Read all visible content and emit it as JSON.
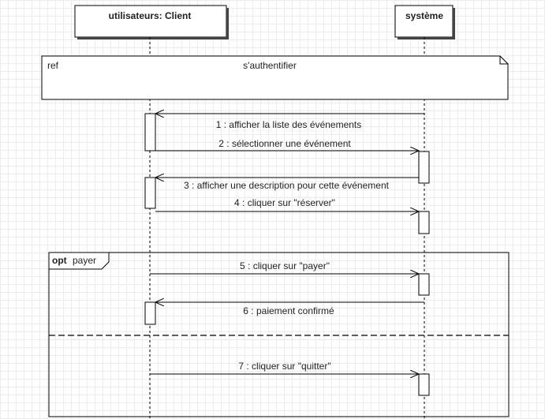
{
  "lifelines": [
    {
      "name": "utilisateurs: Client"
    },
    {
      "name": "système"
    }
  ],
  "ref_frame": {
    "tag": "ref",
    "label": "s'authentifier"
  },
  "messages": [
    "1 : afficher la liste des événements",
    "2 : sélectionner une événement",
    "3 : afficher une description pour cette événement",
    "4 : cliquer sur \"réserver\"",
    "5 : cliquer sur \"payer\"",
    "6 : paiement confirmé",
    "7 : cliquer sur \"quitter\""
  ],
  "opt_frame": {
    "keyword": "opt",
    "guard": "payer"
  },
  "colors": {
    "line": "#000000",
    "grid": "#ececec",
    "box_fill": "#ffffff",
    "text": "#222222"
  }
}
